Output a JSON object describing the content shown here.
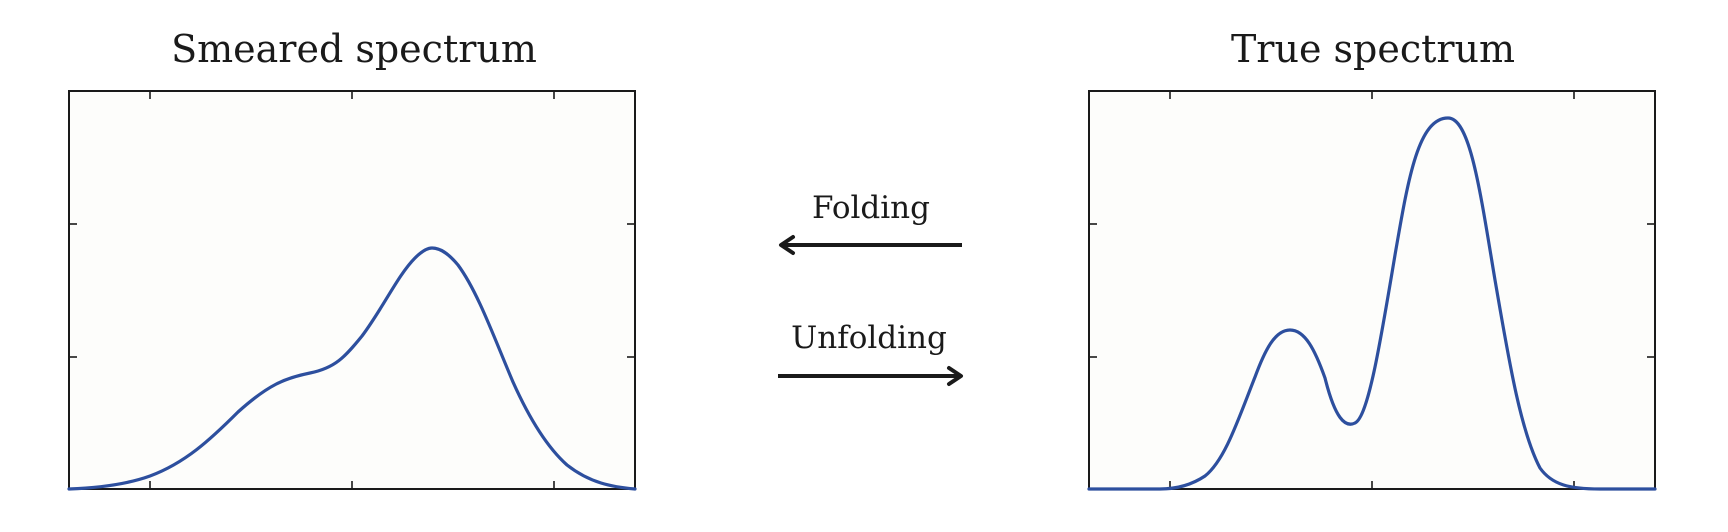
{
  "left_panel": {
    "title": "Smeared spectrum"
  },
  "right_panel": {
    "title": "True spectrum"
  },
  "arrows": {
    "folding_label": "Folding",
    "unfolding_label": "Unfolding"
  },
  "colors": {
    "curve": "#2d4f9e",
    "frame": "#1a1a1a",
    "plot_background": "#fdfdfb"
  }
}
